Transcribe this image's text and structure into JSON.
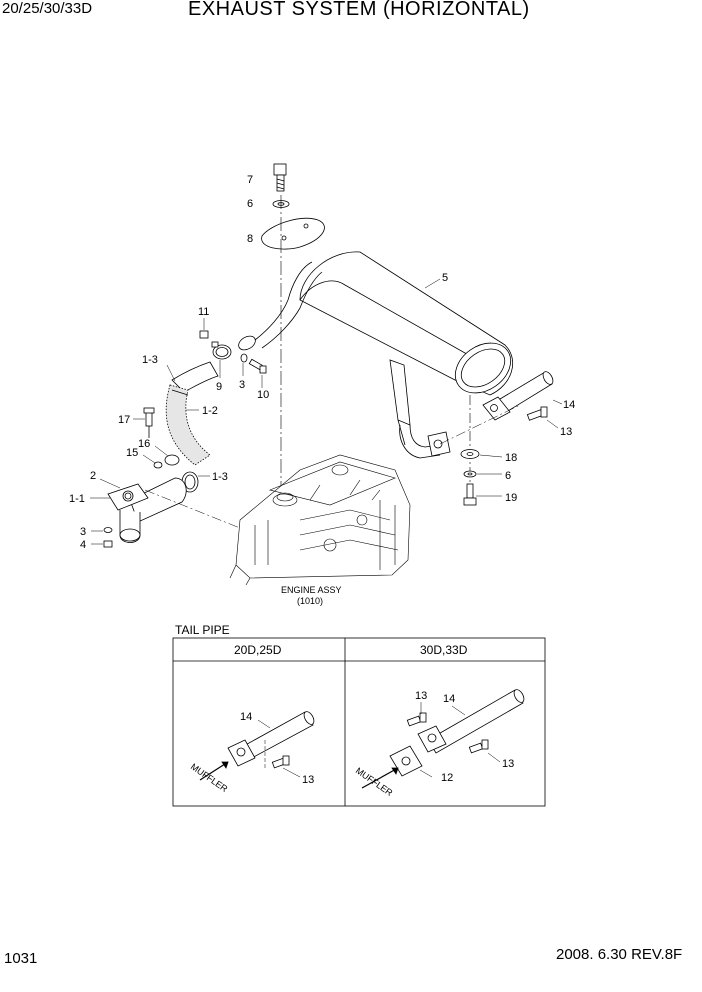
{
  "header": {
    "models": "20/25/30/33D",
    "title": "EXHAUST SYSTEM (HORIZONTAL)"
  },
  "main_diagram": {
    "callouts": [
      "7",
      "6",
      "8",
      "5",
      "11",
      "9",
      "3",
      "10",
      "1-3",
      "1-2",
      "17",
      "16",
      "15",
      "2",
      "1-1",
      "3",
      "4",
      "1-3",
      "14",
      "13",
      "18",
      "6",
      "19"
    ],
    "engine_label": "ENGINE ASSY",
    "engine_ref": "(1010)"
  },
  "tail_pipe": {
    "title": "TAIL PIPE",
    "columns": [
      "20D,25D",
      "30D,33D"
    ],
    "left_callouts": [
      "14",
      "13"
    ],
    "right_callouts": [
      "13",
      "14",
      "12",
      "13"
    ],
    "muffler_label": "MUFFLER"
  },
  "footer": {
    "page_number": "1031",
    "revision": "2008. 6.30  REV.8F"
  }
}
